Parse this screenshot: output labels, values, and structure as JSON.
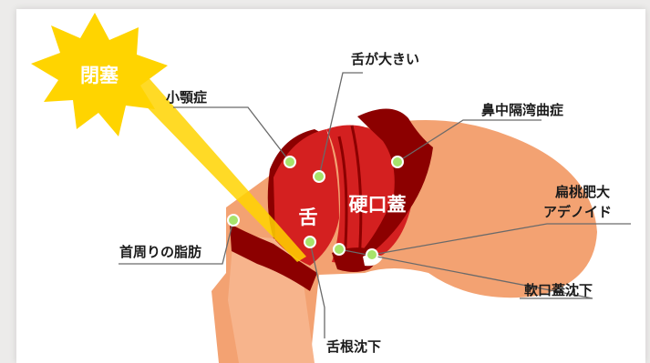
{
  "burst": {
    "label": "閉塞"
  },
  "organs": {
    "tongue": "舌",
    "hard_palate": "硬口蓋"
  },
  "labels": {
    "small_jaw": "小顎症",
    "large_tongue": "舌が大きい",
    "septum_deviation": "鼻中隔湾曲症",
    "tonsils_line1": "扁桃肥大",
    "tonsils_line2": "アデノイド",
    "neck_fat": "首周りの脂肪",
    "soft_palate_drop": "軟口蓋沈下",
    "tongue_root_drop": "舌根沈下"
  },
  "colors": {
    "skin": "#f3a272",
    "skin_light": "#f7b48c",
    "dark_red": "#8c0000",
    "red": "#d42020",
    "burst": "#ffd400",
    "dot": "#a7e36b"
  }
}
